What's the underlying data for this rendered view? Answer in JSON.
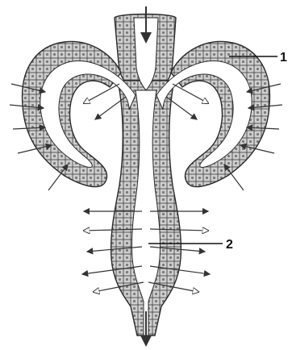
{
  "diagram": {
    "labels": [
      {
        "id": "label-1",
        "text": "1"
      },
      {
        "id": "label-2",
        "text": "2"
      }
    ],
    "colors": {
      "cell_fill": "#cfcfcf",
      "cell_stroke": "#3a3a3a",
      "nucleus": "#7a7a7a",
      "lumen": "#ffffff",
      "outline": "#2a2a2a",
      "arrow": "#333333"
    },
    "icons": {
      "inflow_arrow": "arrow-down-icon",
      "outflow_arrow": "arrow-down-icon"
    }
  }
}
